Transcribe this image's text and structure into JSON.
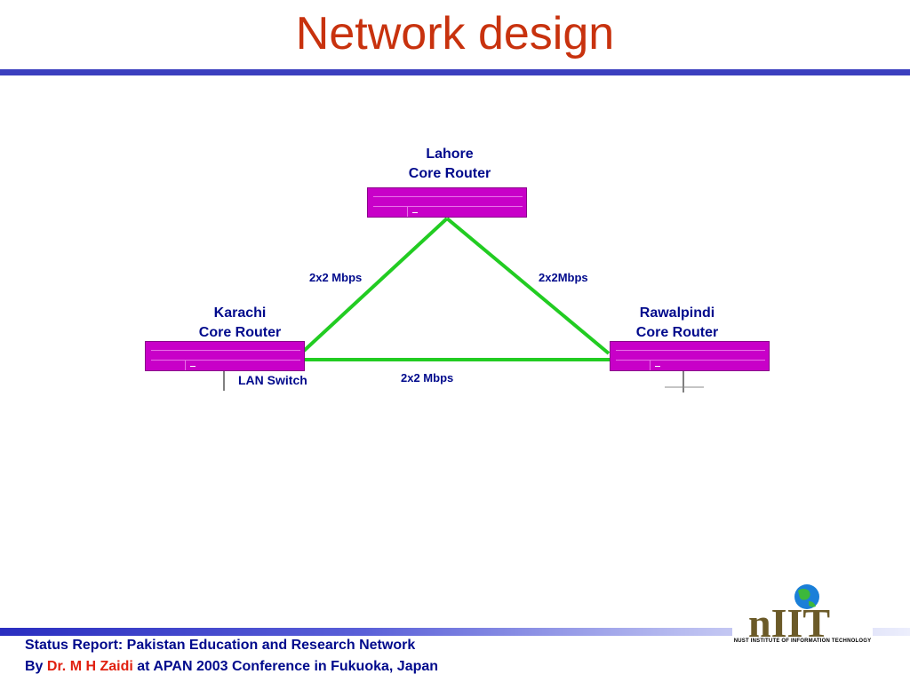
{
  "slide": {
    "title": "Network design"
  },
  "nodes": {
    "lahore": {
      "line1": "Lahore",
      "line2": "Core Router"
    },
    "karachi": {
      "line1": "Karachi",
      "line2": "Core Router"
    },
    "rawalpindi": {
      "line1": "Rawalpindi",
      "line2": "Core Router"
    }
  },
  "links": {
    "karachi_lahore": "2x2 Mbps",
    "lahore_rawalpindi": "2x2Mbps",
    "karachi_rawalpindi": "2x2 Mbps"
  },
  "annotations": {
    "lan_switch": "LAN Switch"
  },
  "colors": {
    "title": "#c8320e",
    "label": "#000a8c",
    "router": "#c800c8",
    "link": "#22cc22",
    "accent_bar": "#3b3fbf",
    "author": "#e02010"
  },
  "footer": {
    "line1": "Status Report: Pakistan Education and Research Network",
    "by": "By",
    "author": "Dr. M H Zaidi",
    "rest": "at APAN 2003 Conference in Fukuoka, Japan"
  },
  "logo": {
    "text": "nIIT",
    "caption": "NUST INSTITUTE OF INFORMATION TECHNOLOGY"
  }
}
